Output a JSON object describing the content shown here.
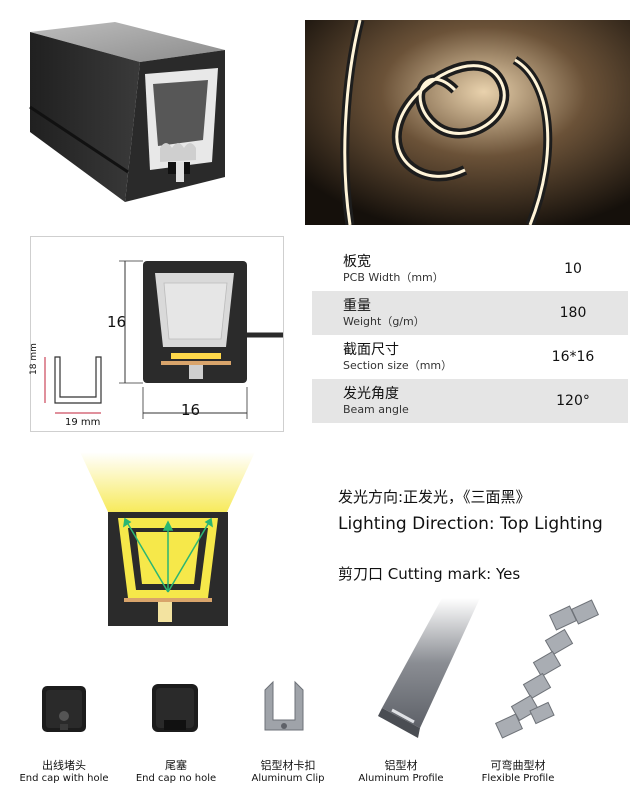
{
  "dimensions": {
    "height": "16",
    "width": "16",
    "inner_height": "18 mm",
    "inner_width": "19 mm"
  },
  "specs": [
    {
      "cn": "板宽",
      "en": "PCB Width（mm）",
      "value": "10"
    },
    {
      "cn": "重量",
      "en": "Weight（g/m）",
      "value": "180"
    },
    {
      "cn": "截面尺寸",
      "en": "Section size（mm）",
      "value": "16*16"
    },
    {
      "cn": "发光角度",
      "en": "Beam angle",
      "value": "120°"
    }
  ],
  "direction": {
    "cn": "发光方向:正发光，《三面黑》",
    "en": "Lighting Direction: Top Lighting"
  },
  "cutting": "剪刀口 Cutting mark: Yes",
  "accessories": [
    {
      "cn": "出线堵头",
      "en": "End cap with hole"
    },
    {
      "cn": "尾塞",
      "en": "End cap no hole"
    },
    {
      "cn": "铝型材卡扣",
      "en": "Aluminum Clip"
    },
    {
      "cn": "铝型材",
      "en": "Aluminum Profile"
    },
    {
      "cn": "可弯曲型材",
      "en": "Flexible Profile"
    }
  ],
  "colors": {
    "housing": "#2b2b2b",
    "glow": "#f6e84a",
    "arrow": "#2bb673",
    "dimension_red": "#c0203a",
    "table_alt": "#e5e5e5"
  }
}
